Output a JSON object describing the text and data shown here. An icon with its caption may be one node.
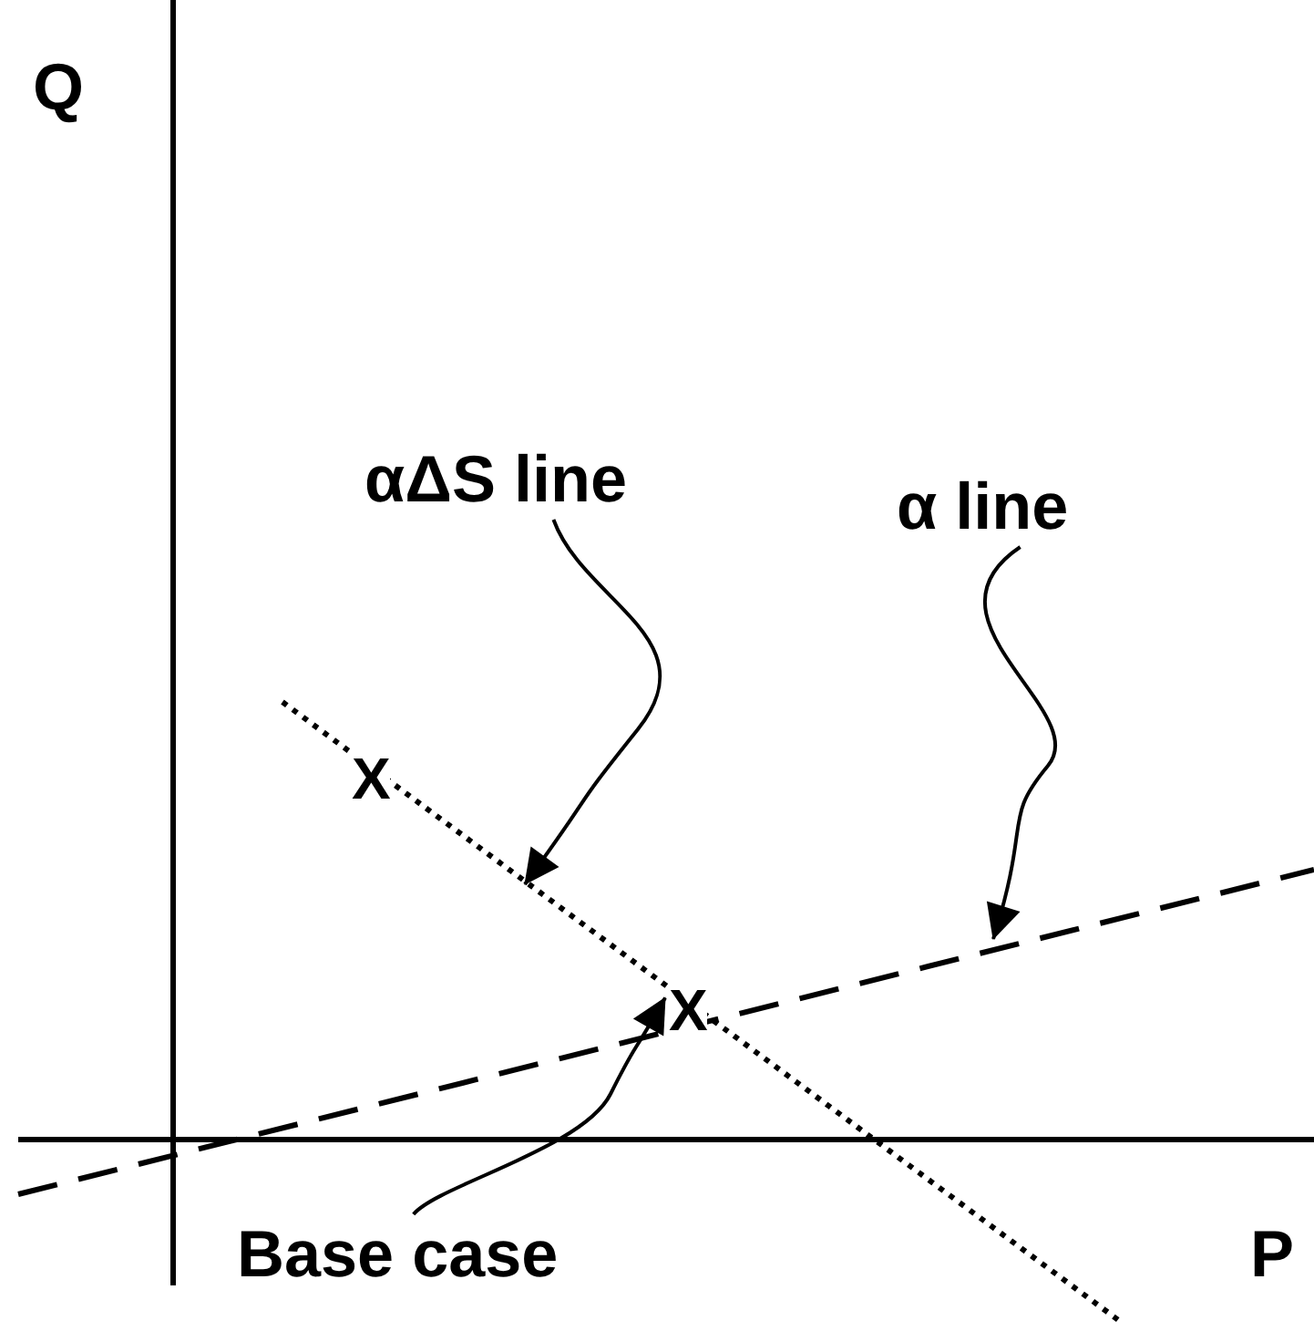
{
  "diagram": {
    "nodes": [
      {
        "text": [
          "αΔS line"
        ]
      },
      {
        "text": [
          "α line"
        ]
      },
      {
        "text": [
          "Base case"
        ]
      },
      {
        "text": [],
        "shape": "line"
      },
      {
        "text": [],
        "shape": "line"
      },
      {
        "text": [
          "X"
        ]
      }
    ],
    "edges": [
      {
        "from": 0,
        "to": 3,
        "arrow": "to"
      },
      {
        "from": 1,
        "to": 4,
        "arrow": "to"
      },
      {
        "from": 2,
        "to": 5,
        "arrow": "to"
      }
    ],
    "labels": [
      "Q",
      "X",
      "P"
    ]
  }
}
